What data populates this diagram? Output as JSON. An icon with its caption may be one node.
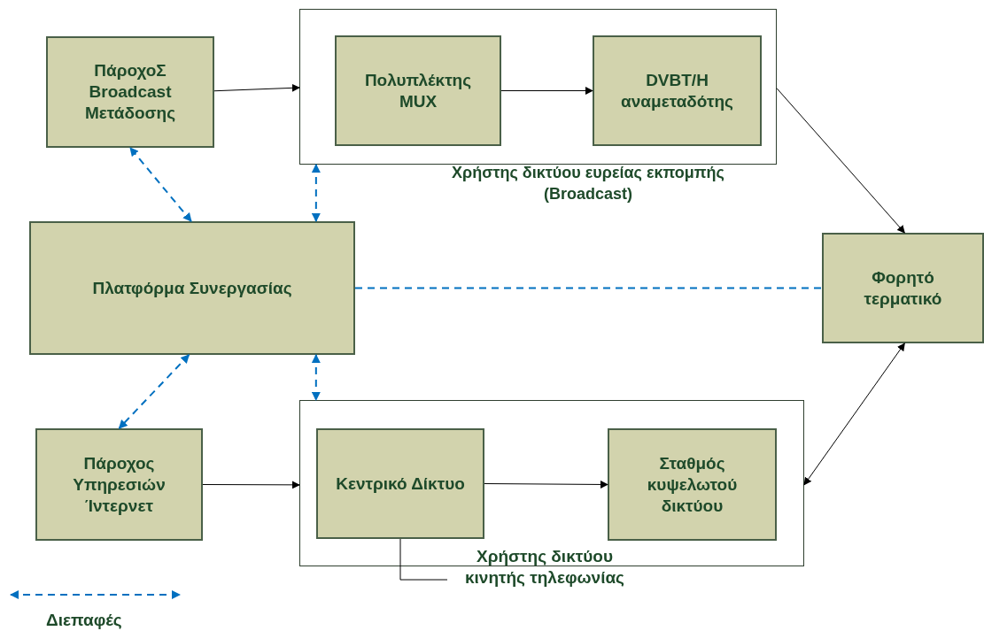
{
  "diagram": {
    "nodes": [
      {
        "text": [
          "ΠάροχοΣ Broadcast Μετάδοσης"
        ]
      },
      {
        "text": [
          "Χρήστης δικτύου ευρείας εκπομπής (Broadcast)"
        ]
      },
      {
        "text": [
          "Πολυπλέκτης MUX"
        ],
        "in": 1
      },
      {
        "text": [
          "DVBT/H αναμεταδότης"
        ],
        "in": 1
      },
      {
        "text": [
          "Πλατφόρμα Συνεργασίας"
        ]
      },
      {
        "text": [
          "Φορητό τερματικό"
        ]
      },
      {
        "text": [
          "Πάροχος Υπηρεσιών Ίντερνετ"
        ]
      },
      {
        "text": [],
        "shape": "box"
      },
      {
        "text": [
          "Κεντρικό Δίκτυο"
        ],
        "in": 7
      },
      {
        "text": [
          "Σταθμός κυψελωτού δικτύου"
        ],
        "in": 7
      },
      {
        "text": [
          "Χρήστης δικτύου κινητής τηλεφωνίας"
        ]
      }
    ],
    "edges": [
      {
        "from": 0,
        "to": 1,
        "arrow": "to"
      },
      {
        "from": 2,
        "to": 3,
        "arrow": "to"
      },
      {
        "from": 1,
        "to": 5,
        "arrow": "to"
      },
      {
        "from": 4,
        "to": 0,
        "arrow": "both",
        "style": "dashed",
        "color": "#0070c0"
      },
      {
        "from": 4,
        "to": 1,
        "arrow": "both",
        "style": "dashed",
        "color": "#0070c0"
      },
      {
        "from": 4,
        "to": 5,
        "arrow": "none",
        "style": "dashed",
        "color": "#0070c0"
      },
      {
        "from": 4,
        "to": 6,
        "arrow": "both",
        "style": "dashed",
        "color": "#0070c0"
      },
      {
        "from": 4,
        "to": 7,
        "arrow": "both",
        "style": "dashed",
        "color": "#0070c0"
      },
      {
        "from": 6,
        "to": 7,
        "arrow": "to"
      },
      {
        "from": 8,
        "to": 9,
        "arrow": "to"
      },
      {
        "from": 5,
        "to": 7,
        "arrow": "both"
      },
      {
        "from": 10,
        "to": 8,
        "arrow": "none"
      }
    ],
    "legend": [
      {
        "text": "Διεπαφές"
      }
    ]
  }
}
